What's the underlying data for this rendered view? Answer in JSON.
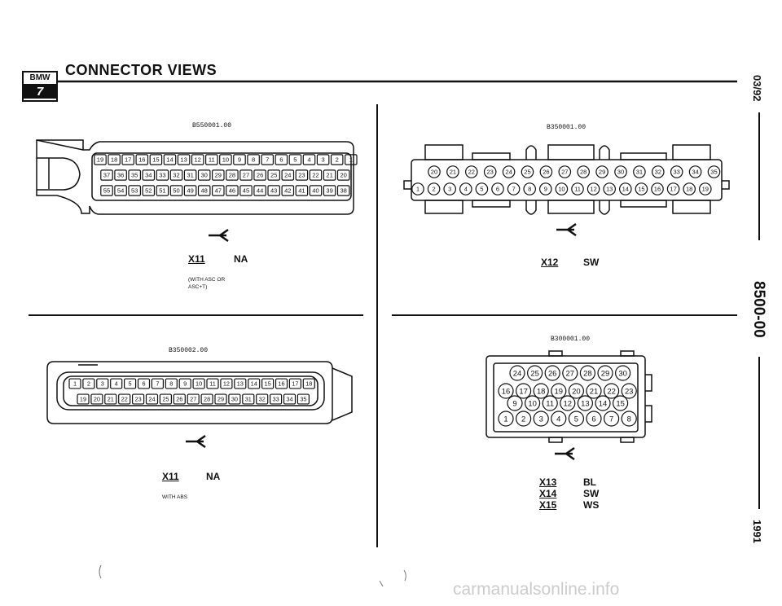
{
  "header": {
    "logo_text": "BMW",
    "logo_number": "7",
    "title": "CONNECTOR VIEWS"
  },
  "side": {
    "date": "03/92",
    "section": "8500-00",
    "year": "1991"
  },
  "panels": {
    "top_left": {
      "code": "B550001.00",
      "connector": "X11",
      "color": "NA",
      "note_line1": "(WITH ASC OR",
      "note_line2": "ASC+T)"
    },
    "top_right": {
      "code": "B350001.00",
      "connector": "X12",
      "color": "SW"
    },
    "bottom_left": {
      "code": "B350002.00",
      "connector": "X11",
      "color": "NA",
      "note": "WITH ABS"
    },
    "bottom_right": {
      "code": "B300001.00",
      "connectors": [
        {
          "name": "X13",
          "color": "BL"
        },
        {
          "name": "X14",
          "color": "SW"
        },
        {
          "name": "X15",
          "color": "WS"
        }
      ]
    }
  },
  "connector_pins": {
    "x11_asc_row1": [
      "19",
      "18",
      "17",
      "16",
      "15",
      "14",
      "13",
      "12",
      "11",
      "10",
      "9",
      "8",
      "7",
      "6",
      "5",
      "4",
      "3",
      "2",
      "1"
    ],
    "x11_asc_row2": [
      "37",
      "36",
      "35",
      "34",
      "33",
      "32",
      "31",
      "30",
      "29",
      "28",
      "27",
      "26",
      "25",
      "24",
      "23",
      "22",
      "21",
      "20"
    ],
    "x11_asc_row3": [
      "55",
      "54",
      "53",
      "52",
      "51",
      "50",
      "49",
      "48",
      "47",
      "46",
      "45",
      "44",
      "43",
      "42",
      "41",
      "40",
      "39",
      "38"
    ],
    "x12_row1": [
      "20",
      "21",
      "22",
      "23",
      "24",
      "25",
      "26",
      "27",
      "28",
      "29",
      "30",
      "31",
      "32",
      "33",
      "34",
      "35"
    ],
    "x12_row2": [
      "1",
      "2",
      "3",
      "4",
      "5",
      "6",
      "7",
      "8",
      "9",
      "10",
      "11",
      "12",
      "13",
      "14",
      "15",
      "16",
      "17",
      "18",
      "19"
    ],
    "x11_abs_row1": [
      "1",
      "2",
      "3",
      "4",
      "5",
      "6",
      "7",
      "8",
      "9",
      "10",
      "11",
      "12",
      "13",
      "14",
      "15",
      "16",
      "17",
      "18"
    ],
    "x11_abs_row2": [
      "19",
      "20",
      "21",
      "22",
      "23",
      "24",
      "25",
      "26",
      "27",
      "28",
      "29",
      "30",
      "31",
      "32",
      "33",
      "34",
      "35"
    ],
    "x13_row1": [
      "24",
      "25",
      "26",
      "27",
      "28",
      "29",
      "30"
    ],
    "x13_row2": [
      "16",
      "17",
      "18",
      "19",
      "20",
      "21",
      "22",
      "23"
    ],
    "x13_row3": [
      "9",
      "10",
      "11",
      "12",
      "13",
      "14",
      "15"
    ],
    "x13_row4": [
      "1",
      "2",
      "3",
      "4",
      "5",
      "6",
      "7",
      "8"
    ]
  },
  "watermark": "carmanualsonline.info"
}
